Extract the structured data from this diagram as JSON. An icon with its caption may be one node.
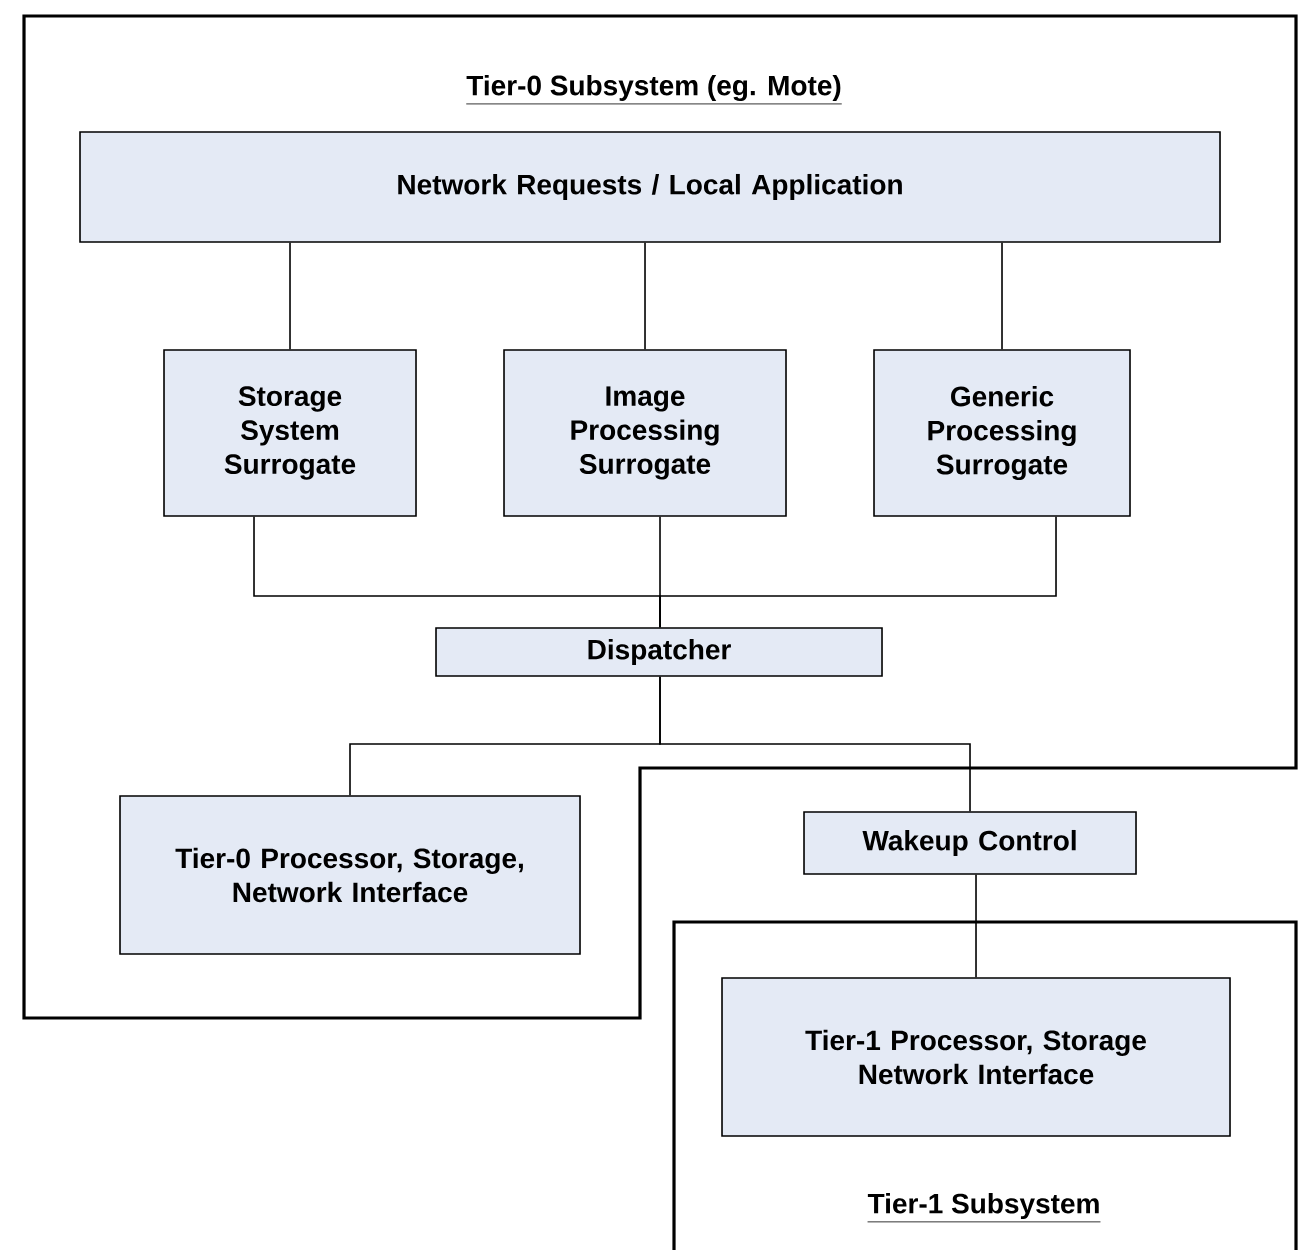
{
  "diagram": {
    "nodes": [
      {
        "text": [
          "Tier-0 Subsystem (eg. Mote)"
        ]
      },
      {
        "text": [
          "Network Requests / Local Application"
        ],
        "in": 0
      },
      {
        "text": [
          "Storage System Surrogate"
        ],
        "in": 0
      },
      {
        "text": [
          "Image Processing Surrogate"
        ],
        "in": 0
      },
      {
        "text": [
          "Generic Processing Surrogate"
        ],
        "in": 0
      },
      {
        "text": [
          "Dispatcher"
        ],
        "in": 0
      },
      {
        "text": [
          "Tier-0 Processor, Storage, Network Interface"
        ],
        "in": 0
      },
      {
        "text": [
          "Wakeup Control"
        ]
      },
      {
        "text": [
          "Tier-1 Subsystem"
        ]
      },
      {
        "text": [
          "Tier-1 Processor, Storage Network Interface"
        ],
        "in": 8
      }
    ],
    "edges": [
      {
        "from": 1,
        "to": 2,
        "arrow": "none"
      },
      {
        "from": 1,
        "to": 3,
        "arrow": "none"
      },
      {
        "from": 1,
        "to": 4,
        "arrow": "none"
      },
      {
        "from": 2,
        "to": 5,
        "arrow": "none"
      },
      {
        "from": 3,
        "to": 5,
        "arrow": "none"
      },
      {
        "from": 4,
        "to": 5,
        "arrow": "none"
      },
      {
        "from": 5,
        "to": 6,
        "arrow": "none"
      },
      {
        "from": 5,
        "to": 7,
        "arrow": "none"
      },
      {
        "from": 7,
        "to": 9,
        "arrow": "none"
      }
    ]
  }
}
